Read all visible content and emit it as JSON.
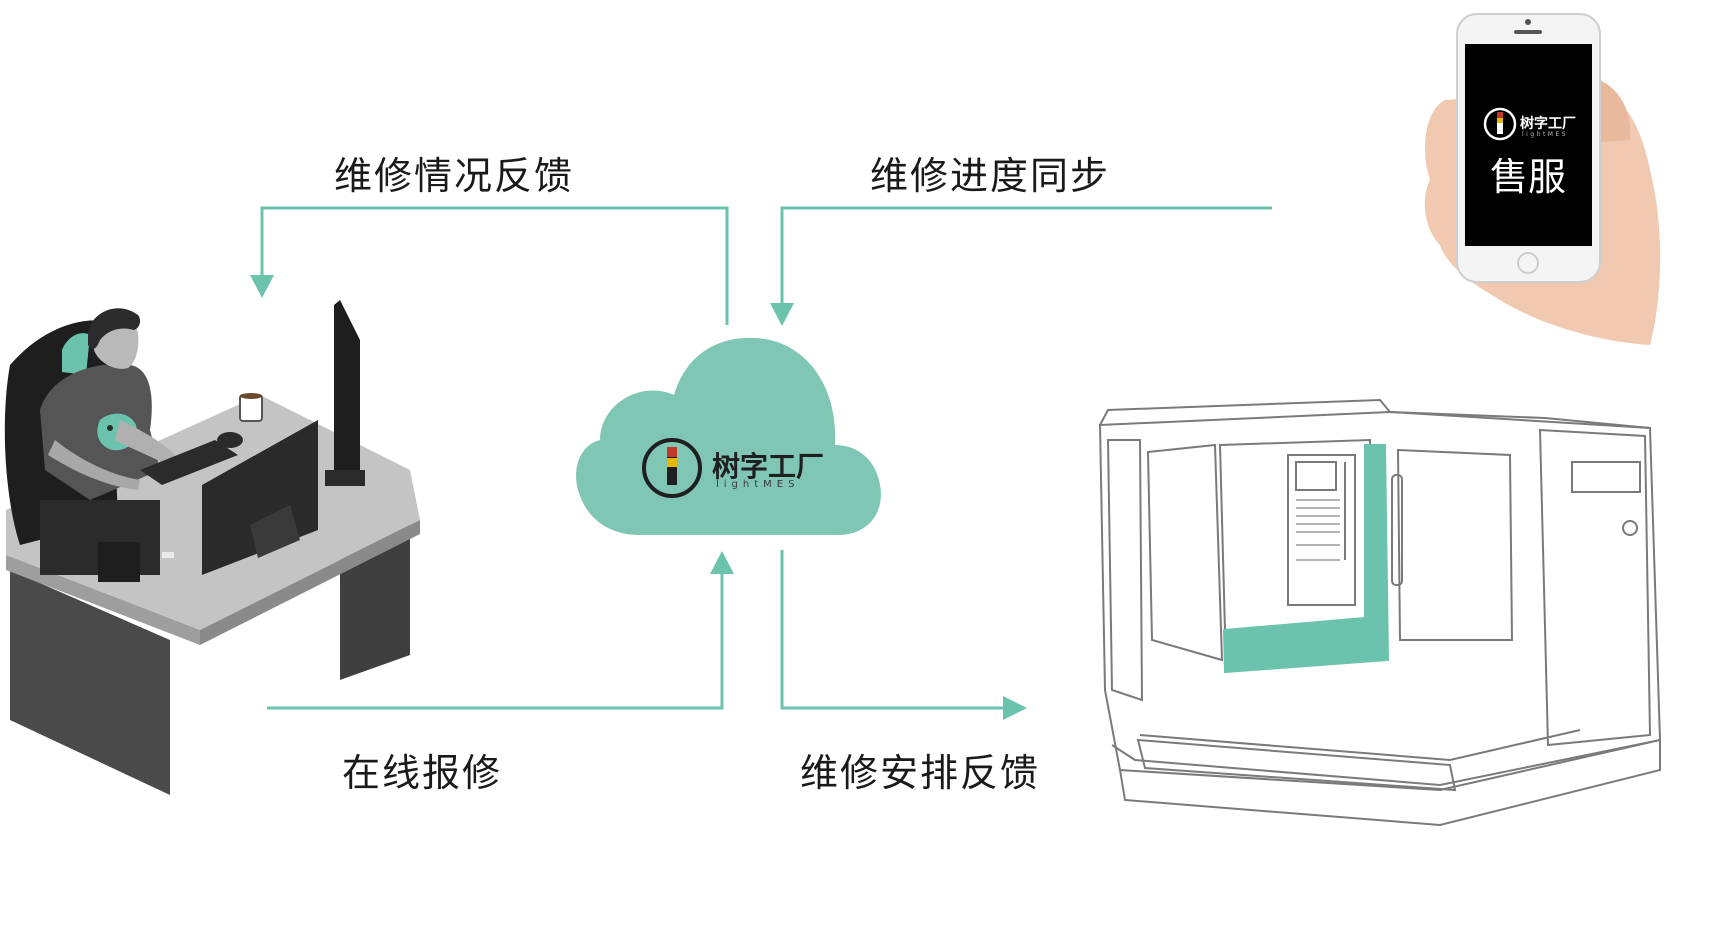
{
  "labels": {
    "repair_feedback": "维修情况反馈",
    "repair_progress_sync": "维修进度同步",
    "online_report": "在线报修",
    "repair_arrange_feedback": "维修安排反馈"
  },
  "cloud": {
    "logo_cn": "树字工厂",
    "logo_en": "lightMES"
  },
  "phone": {
    "logo_cn": "树字工厂",
    "logo_en": "lightMES",
    "screen_text": "售服"
  },
  "colors": {
    "accent": "#6cc3ad",
    "cloud": "#7fc7b4",
    "dark": "#2b2b2b",
    "outline": "#7a7a7a"
  },
  "icons": [
    "worker-at-desk",
    "cloud-platform",
    "mobile-phone",
    "cnc-machine"
  ]
}
